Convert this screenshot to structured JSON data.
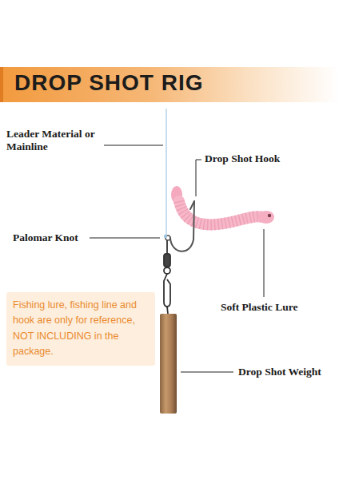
{
  "diagram": {
    "title": "DROP SHOT RIG",
    "nodes": [
      {
        "text": [
          "Fishing lure, fishing line and hook are only for reference, NOT INCLUDING in the package."
        ]
      }
    ],
    "labels": [
      "Leader Material or Mainline",
      "Drop Shot Hook",
      "Palomar Knot",
      "Soft Plastic Lure",
      "Drop Shot Weight"
    ]
  }
}
